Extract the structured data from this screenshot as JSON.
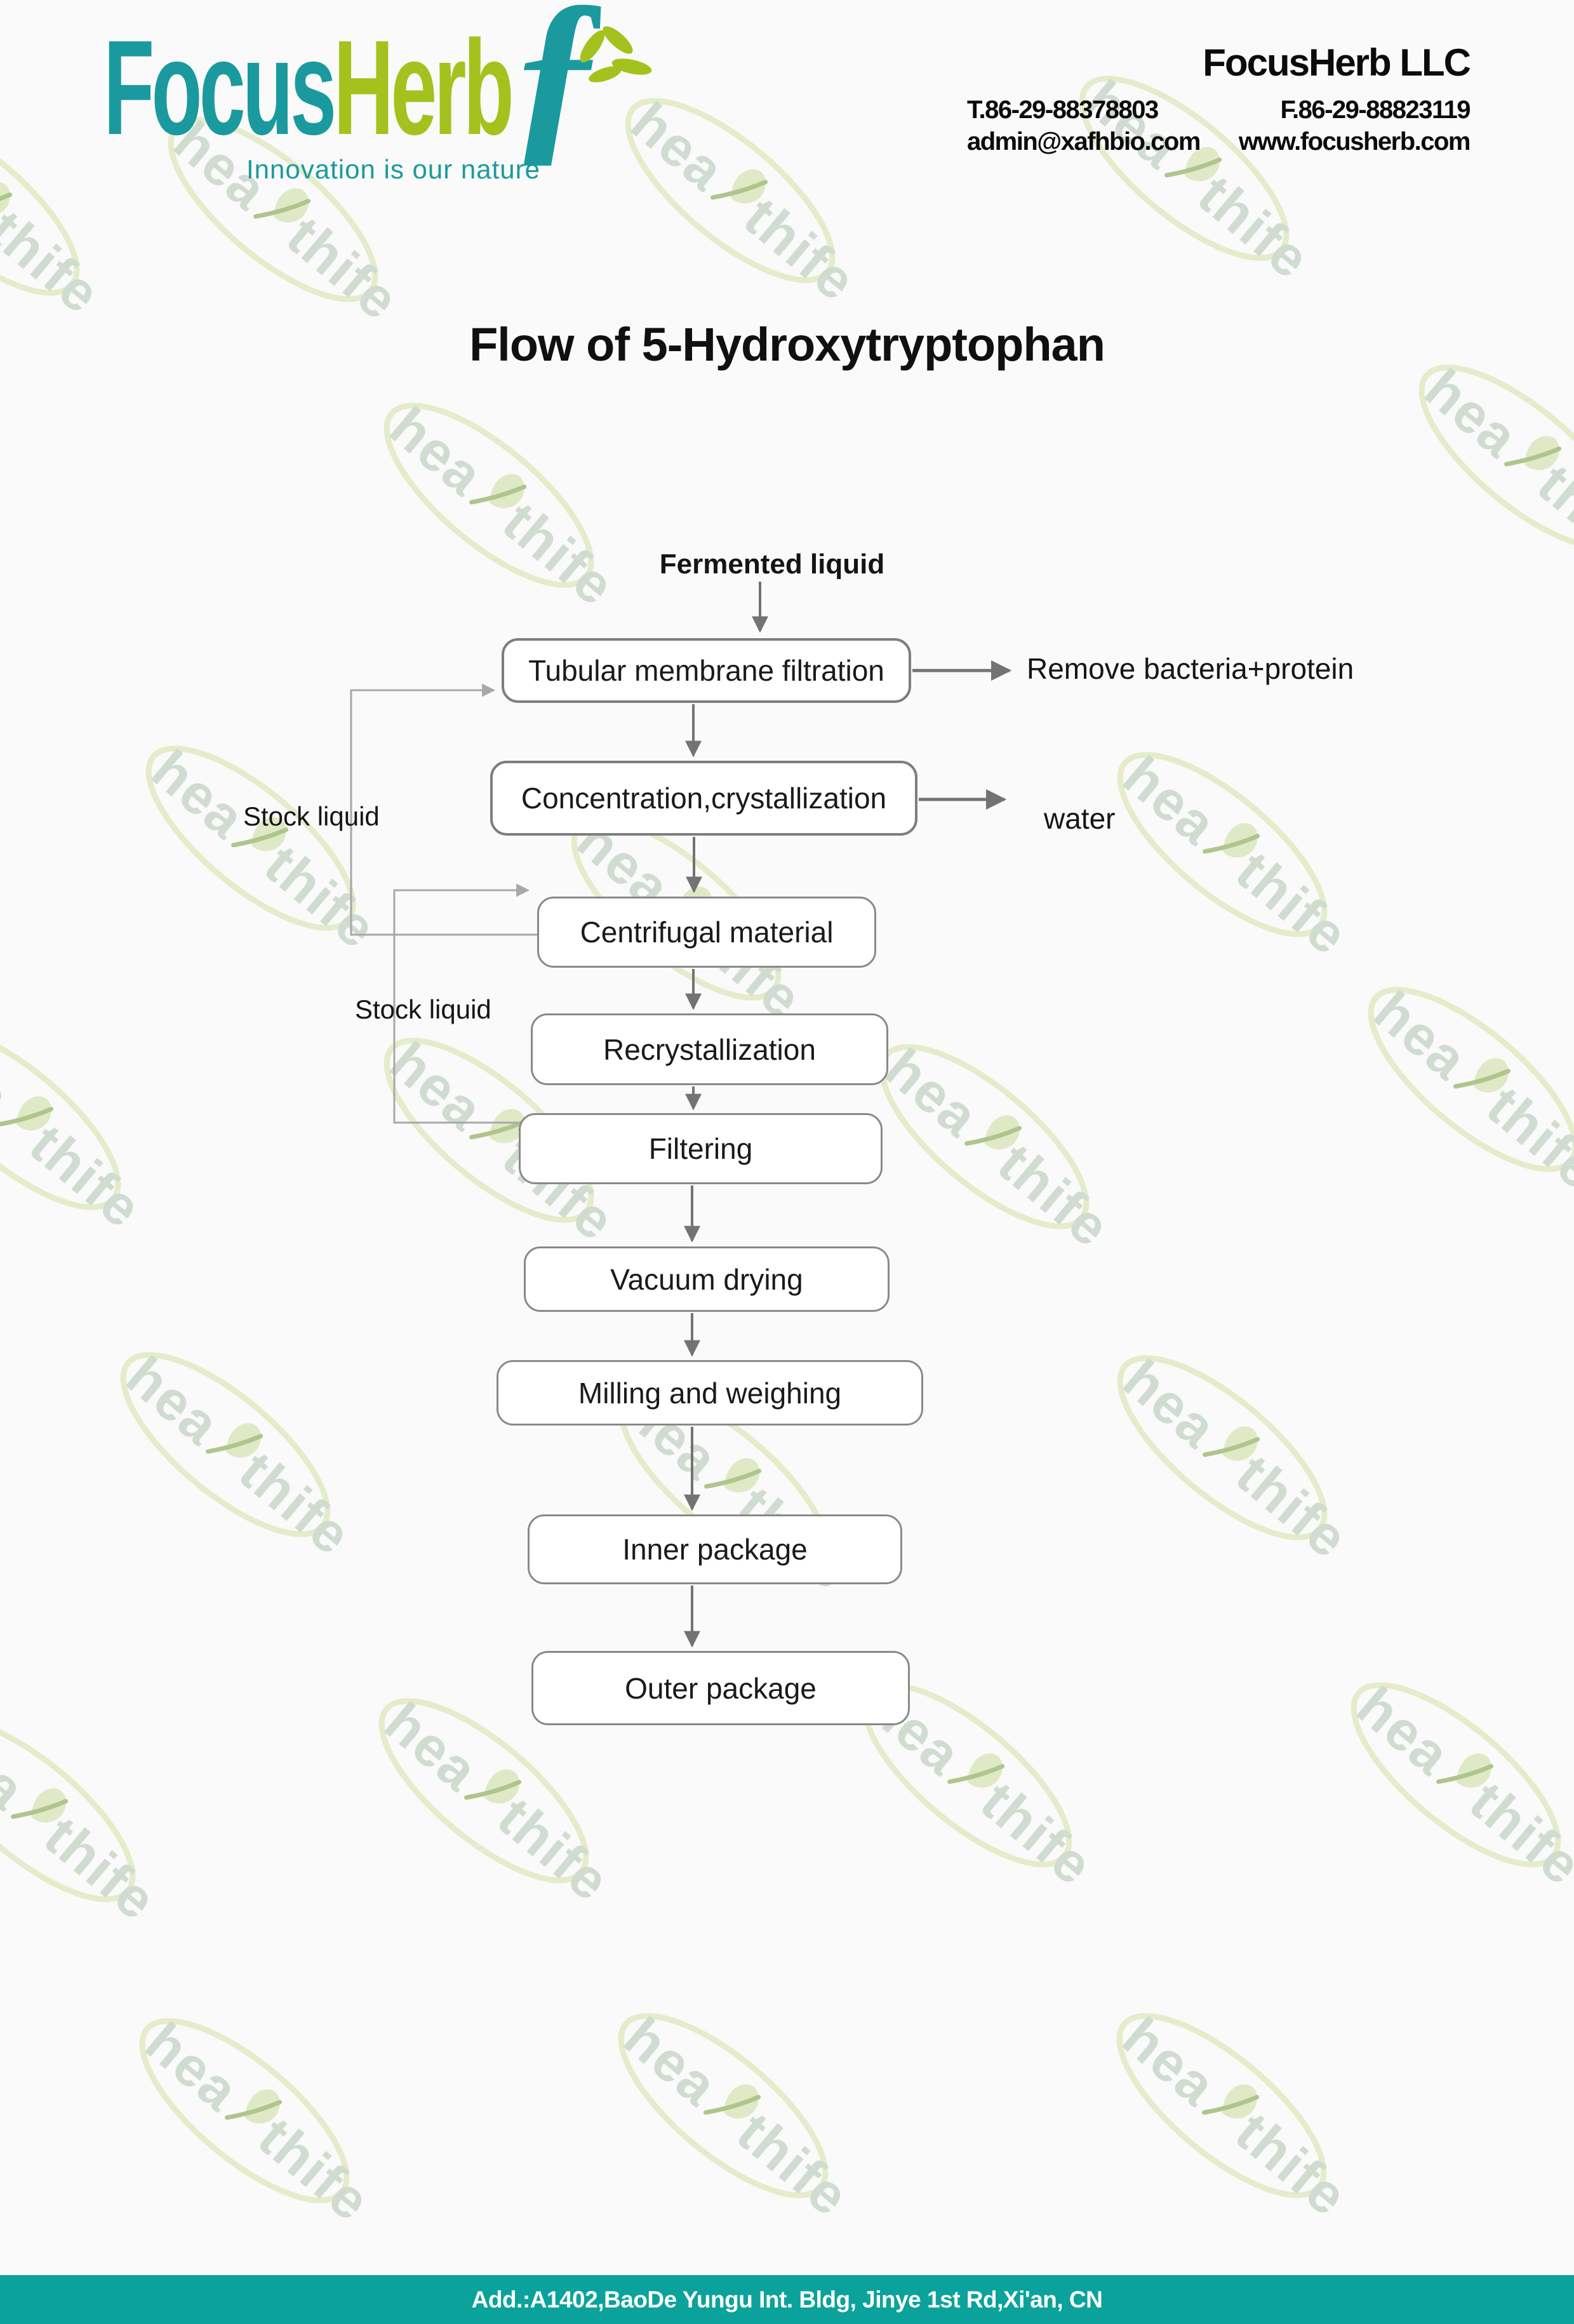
{
  "header": {
    "logo": {
      "brand_part1": "Focus",
      "brand_part2": "Herb",
      "glyph": "ƒ",
      "tagline": "Innovation is our nature"
    },
    "company": {
      "name": "FocusHerb LLC",
      "tel": "T.86-29-88378803",
      "fax": "F.86-29-88823119",
      "email": "admin@xafhbio.com",
      "website": "www.focusherb.com"
    }
  },
  "title": "Flow of 5-Hydroxytryptophan",
  "flow": {
    "source_label": "Fermented liquid",
    "steps": [
      {
        "label": "Tubular membrane filtration"
      },
      {
        "label": "Concentration,crystallization"
      },
      {
        "label": "Centrifugal material"
      },
      {
        "label": "Recrystallization"
      },
      {
        "label": "Filtering"
      },
      {
        "label": "Vacuum drying"
      },
      {
        "label": "Milling and weighing"
      },
      {
        "label": "Inner package"
      },
      {
        "label": "Outer package"
      }
    ],
    "side_output_1": "Remove bacteria+protein",
    "side_output_2": "water",
    "recycle_label_1": "Stock liquid",
    "recycle_label_2": "Stock liquid"
  },
  "watermark": {
    "text": "healthife",
    "part_left": "hea",
    "part_right": "thife"
  },
  "footer": {
    "address": "Add.:A1402,BaoDe Yungu Int. Bldg, Jinye 1st Rd,Xi'an, CN"
  },
  "colors": {
    "brand_teal": "#1a9a9e",
    "brand_green": "#a3c21d",
    "footer_teal": "#0ba29b",
    "box_border": "#7e7e7e",
    "arrow_gray": "#737373",
    "loop_gray": "#a8a8a8",
    "watermark_ellipse": "#e4ecca",
    "watermark_text": "#d1dcd1"
  }
}
